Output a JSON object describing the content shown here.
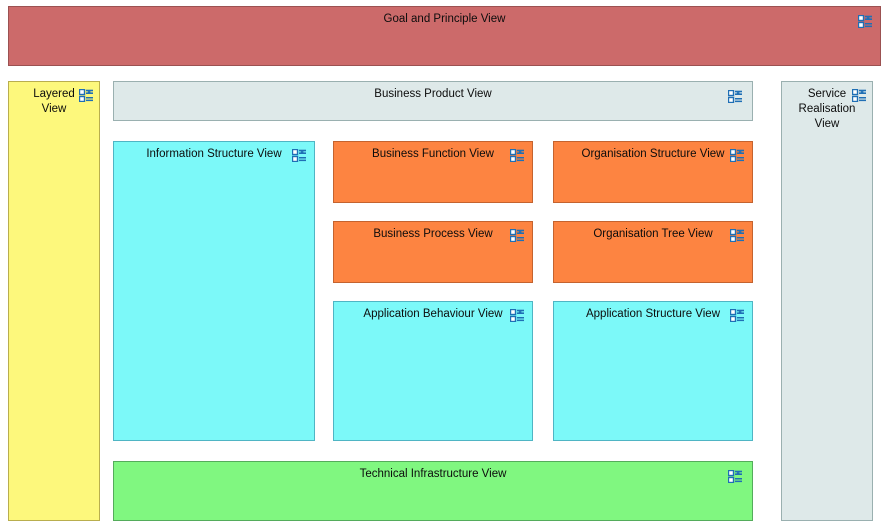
{
  "diagram": {
    "title": "ArchiMate Viewpoints Layout",
    "icon_name": "viewpoint-icon",
    "colors": {
      "goal_principle": "#cc6a6a",
      "business_product": "#dee9e9",
      "layered": "#fdf87c",
      "information": "#7cf9f9",
      "business_function": "#fd8441",
      "application": "#7cf9f9",
      "technical": "#80f780",
      "service_realisation": "#dee9e9",
      "border": "#7c9a9a",
      "icon": "#1f6fb5"
    }
  },
  "views": {
    "goal_principle": {
      "label": "Goal and Principle View"
    },
    "layered": {
      "label": "Layered\nView"
    },
    "business_product": {
      "label": "Business Product View"
    },
    "service_realisation": {
      "label": "Service\nRealisation\nView"
    },
    "information_structure": {
      "label": "Information Structure View"
    },
    "business_function": {
      "label": "Business Function View"
    },
    "organisation_structure": {
      "label": "Organisation Structure View"
    },
    "business_process": {
      "label": "Business Process View"
    },
    "organisation_tree": {
      "label": "Organisation Tree View"
    },
    "application_behaviour": {
      "label": "Application Behaviour View"
    },
    "application_structure": {
      "label": "Application Structure View"
    },
    "technical_infrastructure": {
      "label": "Technical Infrastructure View"
    }
  }
}
